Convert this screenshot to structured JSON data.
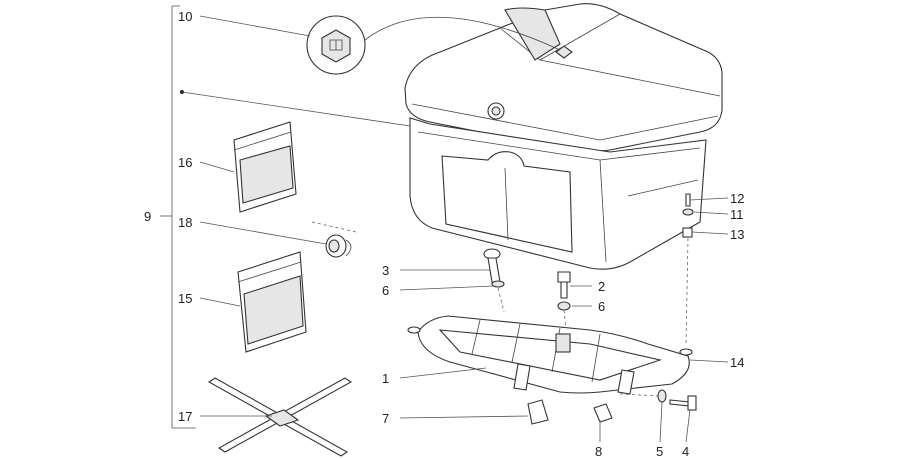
{
  "callouts": [
    {
      "id": "c10",
      "label": "10"
    },
    {
      "id": "c9",
      "label": "9"
    },
    {
      "id": "c16",
      "label": "16"
    },
    {
      "id": "c18",
      "label": "18"
    },
    {
      "id": "c15",
      "label": "15"
    },
    {
      "id": "c17",
      "label": "17"
    },
    {
      "id": "c3",
      "label": "3"
    },
    {
      "id": "c6a",
      "label": "6"
    },
    {
      "id": "c2",
      "label": "2"
    },
    {
      "id": "c6b",
      "label": "6"
    },
    {
      "id": "c12",
      "label": "12"
    },
    {
      "id": "c11",
      "label": "11"
    },
    {
      "id": "c13",
      "label": "13"
    },
    {
      "id": "c14",
      "label": "14"
    },
    {
      "id": "c1",
      "label": "1"
    },
    {
      "id": "c7",
      "label": "7"
    },
    {
      "id": "c8",
      "label": "8"
    },
    {
      "id": "c5",
      "label": "5"
    },
    {
      "id": "c4",
      "label": "4"
    }
  ],
  "icons": {
    "logo": "piaggio-logo-icon"
  }
}
